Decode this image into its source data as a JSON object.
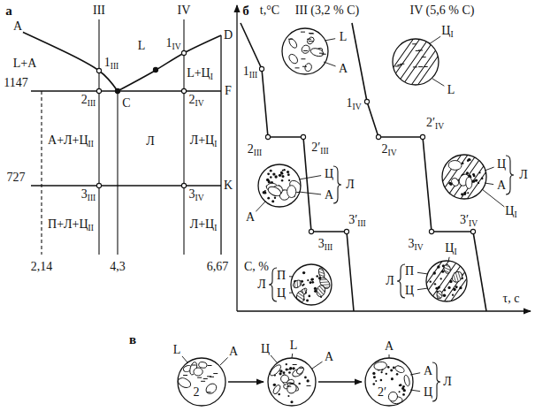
{
  "diagram": {
    "labels": [
      "а",
      "A",
      "III",
      "IV",
      "L+A",
      "1III",
      "L",
      "1IV",
      "D",
      "L+ЦI",
      "1147",
      "2III",
      "C",
      "2IV",
      "F",
      "A+Л+ЦII",
      "Л",
      "Л+ЦI",
      "727",
      "3III",
      "3IV",
      "K",
      "П+Л+ЦII",
      "Л+ЦI",
      "2,14",
      "4,3",
      "6,67",
      "C, %",
      "б",
      "t,°C",
      "III (3,2 % C)",
      "IV (5,6 % C)",
      "1III",
      "L",
      "A",
      "1IV",
      "ЦI",
      "L",
      "2III",
      "2′III",
      "Л",
      "Ц",
      "A",
      "A",
      "2IV",
      "2′IV",
      "Ц",
      "A",
      "Л",
      "3III",
      "3′III",
      "3IV",
      "3′IV",
      "ЦI",
      "ЦI",
      "Л",
      "П",
      "Ц",
      "Л",
      "П",
      "Ц",
      "τ, c",
      "в",
      "L",
      "A",
      "2",
      "Ц",
      "L",
      "A",
      "A",
      "2′",
      "A",
      "Ц",
      "Л"
    ]
  }
}
